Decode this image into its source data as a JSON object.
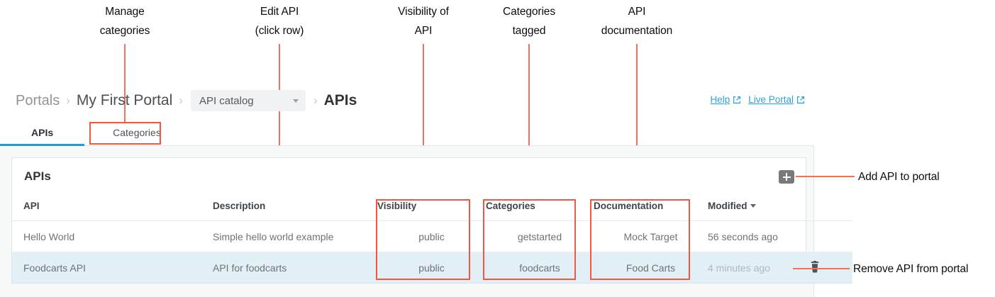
{
  "annotations": {
    "callouts": [
      {
        "text": "Manage\ncategories",
        "name": "annotation-manage-categories"
      },
      {
        "text": "Edit API\n(click row)",
        "name": "annotation-edit-api"
      },
      {
        "text": "Visibility of\nAPI",
        "name": "annotation-visibility-of-api"
      },
      {
        "text": "Categories\ntagged",
        "name": "annotation-categories-tagged"
      },
      {
        "text": "API\ndocumentation",
        "name": "annotation-api-documentation"
      },
      {
        "text": "Add API to portal",
        "name": "annotation-add-api-to-portal"
      },
      {
        "text": "Remove API from portal",
        "name": "annotation-remove-api-from-portal"
      }
    ],
    "line_color": "#f4705c",
    "box_color": "#f4563f"
  },
  "breadcrumb": {
    "root": "Portals",
    "portal": "My First Portal",
    "catalog_select": "API catalog",
    "current": "APIs",
    "separator": "›"
  },
  "top_links": {
    "help": "Help",
    "live_portal": "Live Portal",
    "color": "#29a3d8"
  },
  "tabs": [
    {
      "label": "APIs",
      "active": true
    },
    {
      "label": "Categories",
      "active": false
    }
  ],
  "card": {
    "title": "APIs",
    "add_button_glyph": "+"
  },
  "table": {
    "columns": [
      {
        "key": "api",
        "label": "API"
      },
      {
        "key": "description",
        "label": "Description"
      },
      {
        "key": "visibility",
        "label": "Visibility"
      },
      {
        "key": "categories",
        "label": "Categories"
      },
      {
        "key": "documentation",
        "label": "Documentation"
      },
      {
        "key": "modified",
        "label": "Modified",
        "sorted": true
      },
      {
        "key": "actions",
        "label": ""
      }
    ],
    "rows": [
      {
        "api": "Hello World",
        "description": "Simple hello world example",
        "visibility": "public",
        "categories": "getstarted",
        "documentation": "Mock Target",
        "modified": "56 seconds ago",
        "selected": false,
        "has_delete": false
      },
      {
        "api": "Foodcarts API",
        "description": "API for foodcarts",
        "visibility": "public",
        "categories": "foodcarts",
        "documentation": "Food Carts",
        "modified": "4 minutes ago",
        "selected": true,
        "has_delete": true
      }
    ]
  },
  "colors": {
    "accent_blue": "#1b9dd9",
    "selected_row": "#e2eff5",
    "panel_bg": "#f7f9f9",
    "annotation_red": "#f4563f"
  }
}
